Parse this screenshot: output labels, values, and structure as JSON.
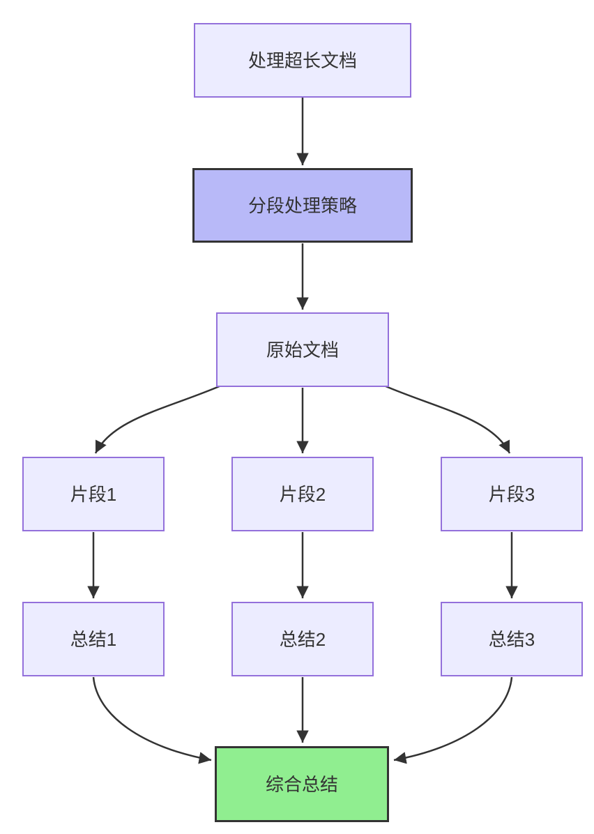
{
  "diagram": {
    "type": "flowchart",
    "direction": "top-down",
    "nodes": [
      {
        "label": "处理超长文档",
        "style": "default"
      },
      {
        "label": "分段处理策略",
        "style": "highlight"
      },
      {
        "label": "原始文档",
        "style": "default"
      },
      {
        "label": "片段1",
        "style": "default"
      },
      {
        "label": "片段2",
        "style": "default"
      },
      {
        "label": "片段3",
        "style": "default"
      },
      {
        "label": "总结1",
        "style": "default"
      },
      {
        "label": "总结2",
        "style": "default"
      },
      {
        "label": "总结3",
        "style": "default"
      },
      {
        "label": "综合总结",
        "style": "final"
      }
    ],
    "edges": [
      {
        "from": "处理超长文档",
        "to": "分段处理策略"
      },
      {
        "from": "分段处理策略",
        "to": "原始文档"
      },
      {
        "from": "原始文档",
        "to": "片段1"
      },
      {
        "from": "原始文档",
        "to": "片段2"
      },
      {
        "from": "原始文档",
        "to": "片段3"
      },
      {
        "from": "片段1",
        "to": "总结1"
      },
      {
        "from": "片段2",
        "to": "总结2"
      },
      {
        "from": "片段3",
        "to": "总结3"
      },
      {
        "from": "总结1",
        "to": "综合总结"
      },
      {
        "from": "总结2",
        "to": "综合总结"
      },
      {
        "from": "总结3",
        "to": "综合总结"
      }
    ],
    "colors": {
      "background": "#ffffff",
      "node_fill": "#ECECFF",
      "node_border": "#9370DB",
      "highlight_fill": "#b8b9f8",
      "highlight_border": "#333333",
      "final_fill": "#90EE90",
      "final_border": "#333333",
      "edge_color": "#333333",
      "text_color": "#333333"
    }
  }
}
